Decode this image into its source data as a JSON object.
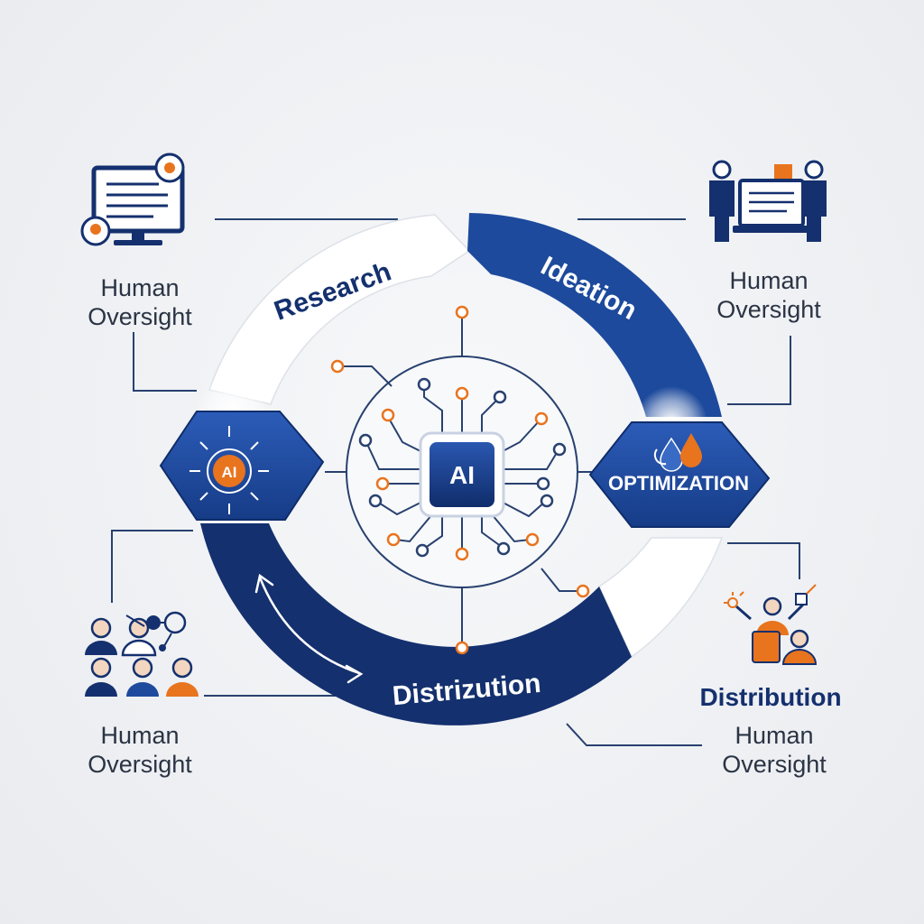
{
  "colors": {
    "navy": "#14306e",
    "blue": "#1d4a9c",
    "accent": "#e8741e",
    "line": "#28416f",
    "text": "#2b3444",
    "white": "#ffffff"
  },
  "stages": {
    "research": "Research",
    "ideation": "Ideation",
    "distrizution": "Distrizution",
    "optimization": "OPTIMIZATION"
  },
  "ai_badges": {
    "left": "AI",
    "center": "AI"
  },
  "oversight_labels": {
    "top_left": {
      "line1": "Human",
      "line2": "Oversight"
    },
    "top_right": {
      "line1": "Human",
      "line2": "Oversight"
    },
    "bottom_left": {
      "line1": "Human",
      "line2": "Oversight"
    },
    "bottom_right": {
      "line1": "Human",
      "line2": "Oversight"
    }
  },
  "distribution_heading": "Distribution",
  "icons": {
    "top_left": "monitor-chat-icon",
    "top_right": "team-presentation-icon",
    "bottom_left": "team-network-icon",
    "bottom_right": "people-tools-icon",
    "left_node": "ai-sun-icon",
    "center": "ai-chip-icon",
    "right_node": "drops-icon"
  }
}
